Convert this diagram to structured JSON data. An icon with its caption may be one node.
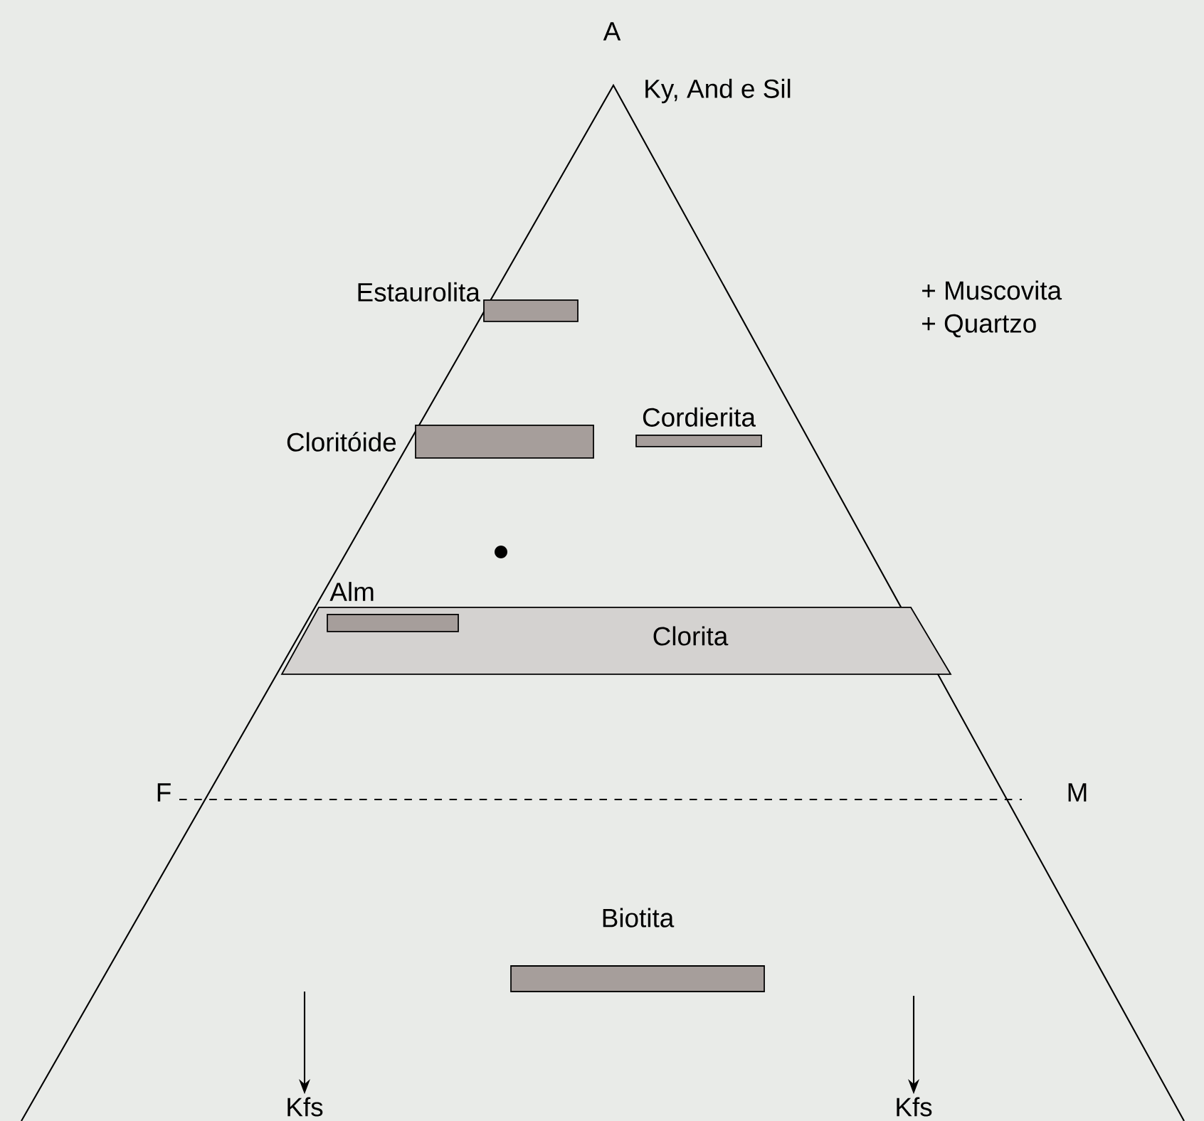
{
  "diagram": {
    "nodes": [
      {
        "text": [
          "Estaurolita"
        ]
      },
      {
        "text": [
          "Cloritóide"
        ]
      },
      {
        "text": [
          "Cordierita"
        ]
      },
      {
        "text": [
          "Clorita"
        ]
      },
      {
        "text": [
          "Alm"
        ],
        "in": 3
      },
      {
        "text": [
          "Biotita"
        ]
      },
      {
        "text": [
          "Kfs"
        ]
      },
      {
        "text": [
          "Kfs"
        ]
      }
    ],
    "edges": [
      {
        "from": null,
        "to": 6,
        "arrow": "to"
      },
      {
        "from": null,
        "to": 7,
        "arrow": "to"
      }
    ],
    "labels": [
      "A",
      "Ky, And e Sil",
      "+ Muscovita",
      "+ Quartzo",
      "F",
      "M"
    ]
  }
}
